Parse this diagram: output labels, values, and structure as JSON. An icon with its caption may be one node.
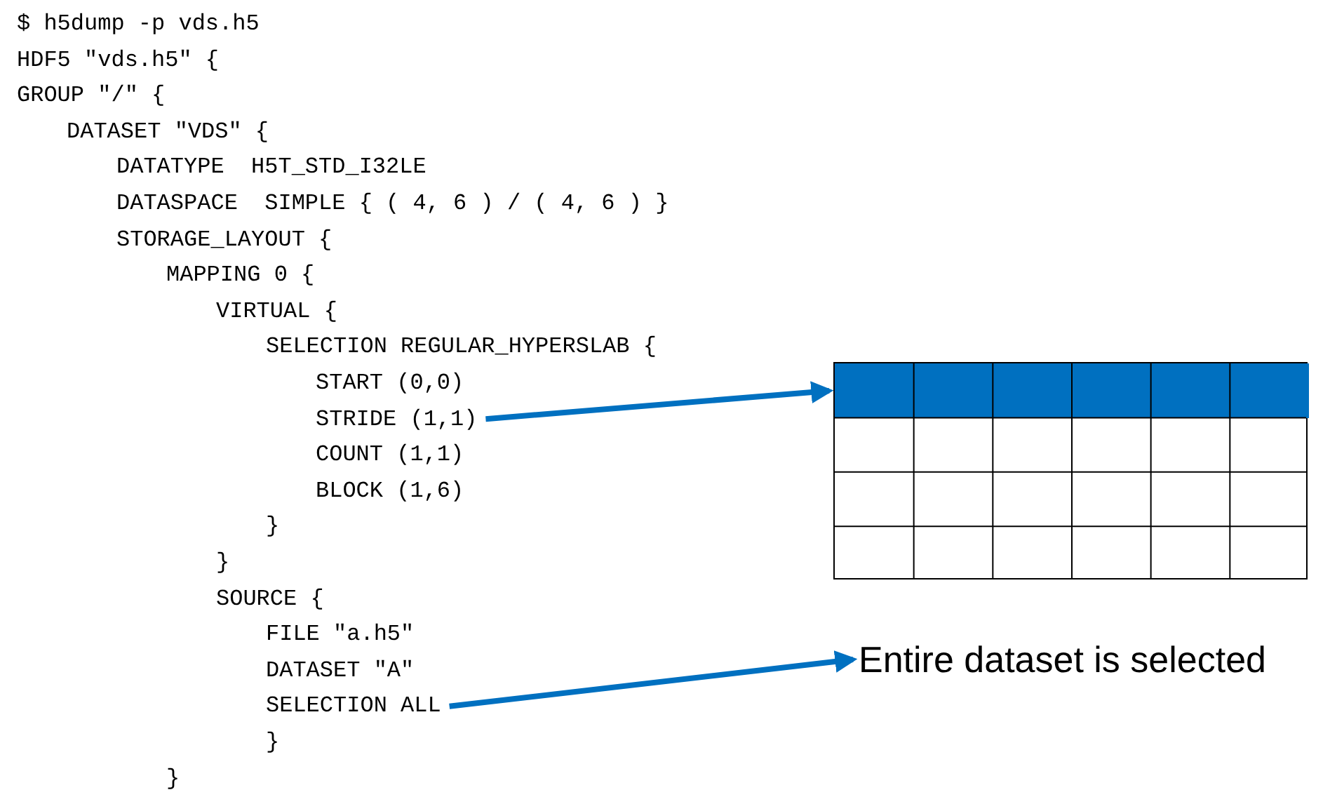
{
  "diagram": {
    "nodes": [
      {
        "text": [
          "STRIDE (1,1)"
        ]
      },
      {
        "text": [],
        "shape": "box"
      },
      {
        "text": [],
        "shape": "bar",
        "in": 1
      },
      {
        "text": [
          "SELECTION ALL"
        ]
      },
      {
        "text": [
          "Entire dataset is selected"
        ]
      }
    ],
    "edges": [
      {
        "from": 0,
        "to": 2,
        "arrow": "to"
      },
      {
        "from": 3,
        "to": 4,
        "arrow": "to"
      }
    ],
    "labels": [
      "$ h5dump -p vds.h5",
      "HDF5 \"vds.h5\" {",
      "GROUP \"/\" {",
      "DATASET \"VDS\" {",
      "DATATYPE  H5T_STD_I32LE",
      "DATASPACE  SIMPLE { ( 4, 6 ) / ( 4, 6 ) }",
      "STORAGE_LAYOUT {",
      "MAPPING 0 {",
      "VIRTUAL {",
      "SELECTION REGULAR_HYPERSLAB {",
      "START (0,0)",
      "COUNT (1,1)",
      "BLOCK (1,6)",
      "}",
      "}",
      "SOURCE {",
      "FILE \"a.h5\"",
      "DATASET \"A\"",
      "}",
      "}"
    ]
  }
}
